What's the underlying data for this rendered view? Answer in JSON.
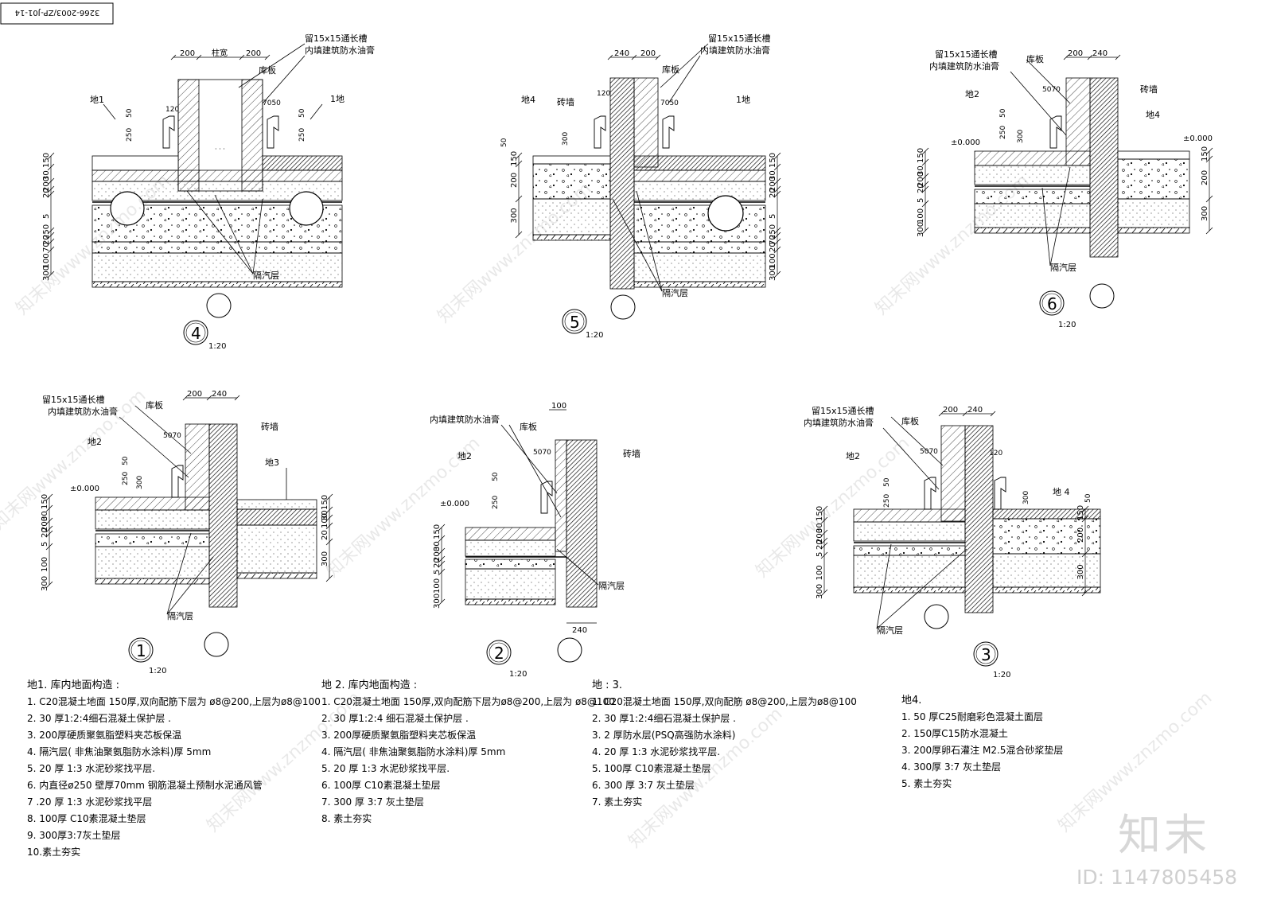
{
  "stamp": "3266-2003/ZP-J01-14",
  "details": [
    {
      "id": "4",
      "ref": "4",
      "scale": "1:20",
      "dims_top": [
        "200",
        "柱宽",
        "200"
      ],
      "labels": {
        "slot": "留15x15通长槽",
        "mastic": "内填建筑防水油膏",
        "kuban": "库板",
        "dl": "地1",
        "dr": "1地",
        "vapor": "隔汽层"
      },
      "small": [
        "120",
        "7050",
        "50",
        "250",
        "250",
        "50"
      ],
      "left_dims": [
        "150",
        "30",
        "200",
        "20",
        "5",
        "250",
        "20",
        "70",
        "100",
        "300"
      ]
    },
    {
      "id": "5",
      "ref": "5",
      "scale": "1:20",
      "dims_top": [
        "240",
        "200"
      ],
      "labels": {
        "slot": "留15x15通长槽",
        "mastic": "内填建筑防水油膏",
        "kuban": "库板",
        "brick": "砖墙",
        "dl": "地4",
        "dr": "1地",
        "vapor": "隔汽层"
      },
      "small": [
        "120",
        "7050",
        "300",
        "50"
      ],
      "left_dims": [
        "50",
        "150",
        "200",
        "300"
      ],
      "right_dims": [
        "150",
        "30",
        "200",
        "20",
        "5",
        "250",
        "70",
        "20",
        "100",
        "300"
      ]
    },
    {
      "id": "6",
      "ref": "6",
      "scale": "1:20",
      "dims_top": [
        "200",
        "240"
      ],
      "labels": {
        "slot": "留15x15通长槽",
        "mastic": "内填建筑防水油膏",
        "kuban": "库板",
        "brick": "砖墙",
        "dl": "地2",
        "dr": "地4",
        "zero_l": "±0.000",
        "zero_r": "±0.000",
        "vapor": "隔汽层"
      },
      "small": [
        "5070",
        "50",
        "250",
        "300",
        "50"
      ],
      "left_dims": [
        "150",
        "30",
        "200",
        "20",
        "5",
        "100",
        "300"
      ],
      "right_dims": [
        "150",
        "200",
        "300"
      ]
    },
    {
      "id": "1",
      "ref": "1",
      "scale": "1:20",
      "dims_top": [
        "200",
        "240"
      ],
      "labels": {
        "slot": "留15x15通长槽",
        "mastic": "内填建筑防水油膏",
        "kuban": "库板",
        "brick": "砖墙",
        "dl": "地2",
        "dr": "地3",
        "zero": "±0.000",
        "vapor": "隔汽层"
      },
      "small": [
        "5070",
        "50",
        "250",
        "300"
      ],
      "left_dims": [
        "150",
        "30",
        "200",
        "20",
        "5",
        "100",
        "300"
      ],
      "right_dims": [
        "150",
        "30",
        "100",
        "20",
        "300"
      ]
    },
    {
      "id": "2",
      "ref": "2",
      "scale": "1:20",
      "dims_top": [
        "100"
      ],
      "dims_bottom": [
        "240"
      ],
      "labels": {
        "mastic": "内填建筑防水油膏",
        "kuban": "库板",
        "brick": "砖墙",
        "dl": "地2",
        "zero": "±0.000",
        "vapor": "隔汽层"
      },
      "small": [
        "5070",
        "50",
        "250"
      ],
      "left_dims": [
        "150",
        "30",
        "200",
        "20",
        "5",
        "100",
        "300"
      ]
    },
    {
      "id": "3",
      "ref": "3",
      "scale": "1:20",
      "dims_top": [
        "200",
        "240"
      ],
      "labels": {
        "slot": "留15x15通长槽",
        "mastic": "内填建筑防水油膏",
        "kuban": "库板",
        "dl": "地2",
        "dr": "地 4",
        "vapor": "隔汽层"
      },
      "small": [
        "5070",
        "120",
        "50",
        "250",
        "300",
        "50"
      ],
      "left_dims": [
        "150",
        "30",
        "200",
        "20",
        "5",
        "100",
        "300"
      ],
      "right_dims": [
        "150",
        "200",
        "300"
      ]
    }
  ],
  "notes": [
    {
      "title": "地1. 库内地面构造 :",
      "items": [
        "1. C20混凝土地面 150厚,双向配筋下层为 ø8@200,上层为ø8@100",
        "2. 30 厚1:2:4细石混凝土保护层 .",
        "3. 200厚硬质聚氨脂塑料夹芯板保温",
        "4. 隔汽层( 非焦油聚氨脂防水涂料)厚 5mm",
        "5. 20 厚 1:3 水泥砂浆找平层.",
        "6. 内直径ø250 壁厚70mm 钢筋混凝土预制水泥通风管",
        "7 .20 厚 1:3 水泥砂浆找平层",
        "8. 100厚 C10素混凝土垫层",
        "9. 300厚3:7灰土垫层",
        "10.素土夯实"
      ]
    },
    {
      "title": "地 2. 库内地面构造 :",
      "items": [
        "1. C20混凝土地面 150厚,双向配筋下层为ø8@200,上层为 ø8@100",
        "2. 30 厚1:2:4 细石混凝土保护层 .",
        "3. 200厚硬质聚氨脂塑料夹芯板保温",
        "4. 隔汽层( 非焦油聚氨脂防水涂料)厚 5mm",
        "5. 20 厚 1:3 水泥砂浆找平层.",
        "6. 100厚 C10素混凝土垫层",
        "7. 300 厚 3:7 灰土垫层",
        "8. 素土夯实"
      ]
    },
    {
      "title": "地 : 3.",
      "items": [
        "1. C20混凝土地面 150厚,双向配筋  ø8@200,上层为ø8@100",
        "2. 30 厚1:2:4细石混凝土保护层 .",
        "3. 2 厚防水层(PSQ高强防水涂料)",
        "4. 20 厚 1:3 水泥砂浆找平层.",
        "5. 100厚 C10素混凝土垫层",
        "6. 300 厚  3:7 灰土垫层",
        "7. 素土夯实"
      ]
    },
    {
      "title": "地4.",
      "items": [
        "1. 50 厚C25耐磨彩色混凝土面层",
        "2. 150厚C15防水混凝土",
        "3. 200厚卵石灌注 M2.5混合砂浆垫层",
        "4. 300厚 3:7 灰土垫层",
        "5. 素土夯实"
      ]
    }
  ],
  "brand": {
    "logo": "知末",
    "id": "ID: 1147805458",
    "watermark": "知末网www.znzmo.com"
  }
}
